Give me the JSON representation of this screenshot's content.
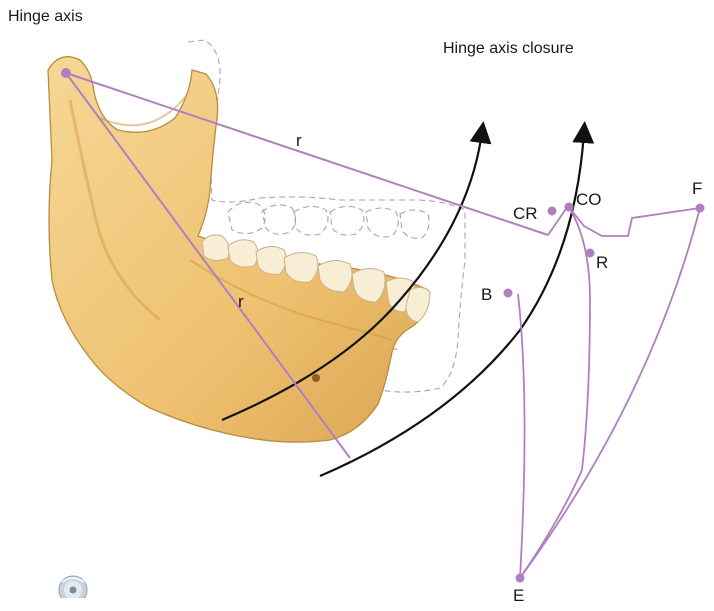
{
  "title_hinge_axis": "Hinge axis",
  "title_hinge_closure": "Hinge axis closure",
  "labels": {
    "r_upper": "r",
    "r_lower": "r",
    "CR": "CR",
    "CO": "CO",
    "R": "R",
    "F": "F",
    "B": "B",
    "E": "E"
  },
  "colors": {
    "lines": "#b07fbf",
    "points": "#b07fbf",
    "arcs": "#111111",
    "bone_fill": "#f1c77a",
    "bone_stroke": "#b98c3d",
    "teeth_fill": "#f8eed6",
    "ghost_outline": "#b39ac4"
  },
  "icons": [
    "cd-disc-icon"
  ]
}
